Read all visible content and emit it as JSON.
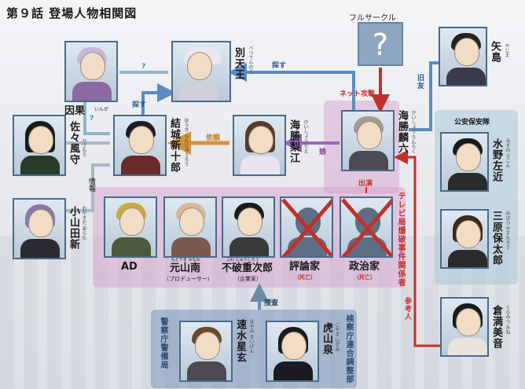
{
  "title": "第９話 登場人物相関図",
  "full_circle": {
    "label": "フルサークル",
    "mark": "?"
  },
  "people": {
    "yajima": {
      "name": "矢島",
      "ruby": "やじま"
    },
    "inga": {
      "name": "因果",
      "ruby": "いんが"
    },
    "bettenou": {
      "name": "別天王",
      "ruby": "べつてんのう"
    },
    "sasa": {
      "name": "佐々風守",
      "ruby": "かざもり"
    },
    "yuuki": {
      "name": "結城新十郎",
      "ruby": "ゆうき しんじゅうろう"
    },
    "rie": {
      "name": "海勝梨江",
      "ruby": "かいしょう りえ"
    },
    "rinroku": {
      "name": "海勝麟六",
      "ruby": "かいしょう りんろく"
    },
    "mizuno": {
      "name": "水野左近",
      "ruby": "みずの さこん"
    },
    "mihara": {
      "name": "三原保太郎",
      "ruby": "みはら やすたろう"
    },
    "koyamada": {
      "name": "小山田新",
      "ruby": "おやまだ あらた"
    },
    "ad": {
      "name": "AD"
    },
    "motoyama": {
      "name": "元山南",
      "sub": "（プロデューサー）",
      "ruby": "もとやま みなみ"
    },
    "fuwa": {
      "name": "不破重次郎",
      "sub": "（企業家）",
      "ruby": "ふわ じゅうじろう"
    },
    "hyouronka": {
      "name": "評論家",
      "sub": "（死亡）"
    },
    "seijika": {
      "name": "政治家",
      "sub": "（死亡）"
    },
    "kuramitsu": {
      "name": "倉満美音",
      "ruby": "くらみつ みね"
    },
    "hayami": {
      "name": "速水星玄",
      "ruby": "はやみ せいげん"
    },
    "koyama": {
      "name": "虎山泉",
      "ruby": "こやま いずみ"
    }
  },
  "groups": {
    "koan": "公安保安隊",
    "tv": "テレビ局爆破事件関係者",
    "keisatsu": "警察庁警備局",
    "kensatsu": "検察庁連合調整部"
  },
  "relations": {
    "q1": "?",
    "q2": "?",
    "sagasu1": "探す",
    "sagasu2": "探す",
    "jouhou": "情報",
    "irai": "依頼",
    "musume": "娘",
    "net": "ネット攻撃",
    "kyuyuu": "旧友",
    "shutsuen": "出演",
    "sousa": "捜査",
    "sankounin": "参考人"
  },
  "colors": {
    "pink": "#d696c8",
    "red": "#c0312b",
    "blue": "#5b8cc0",
    "orange": "#d4923a",
    "purple": "#9a66b8"
  }
}
